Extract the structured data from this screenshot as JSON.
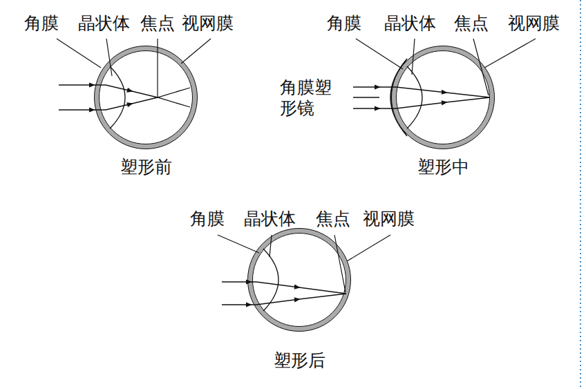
{
  "diagram": {
    "labels": [
      "角膜",
      "晶状体",
      "焦点",
      "视网膜",
      "塑形前",
      "角膜",
      "晶状体",
      "焦点",
      "视网膜",
      "角膜塑形镜",
      "塑形中",
      "角膜",
      "晶状体",
      "焦点",
      "视网膜",
      "塑形后"
    ]
  }
}
